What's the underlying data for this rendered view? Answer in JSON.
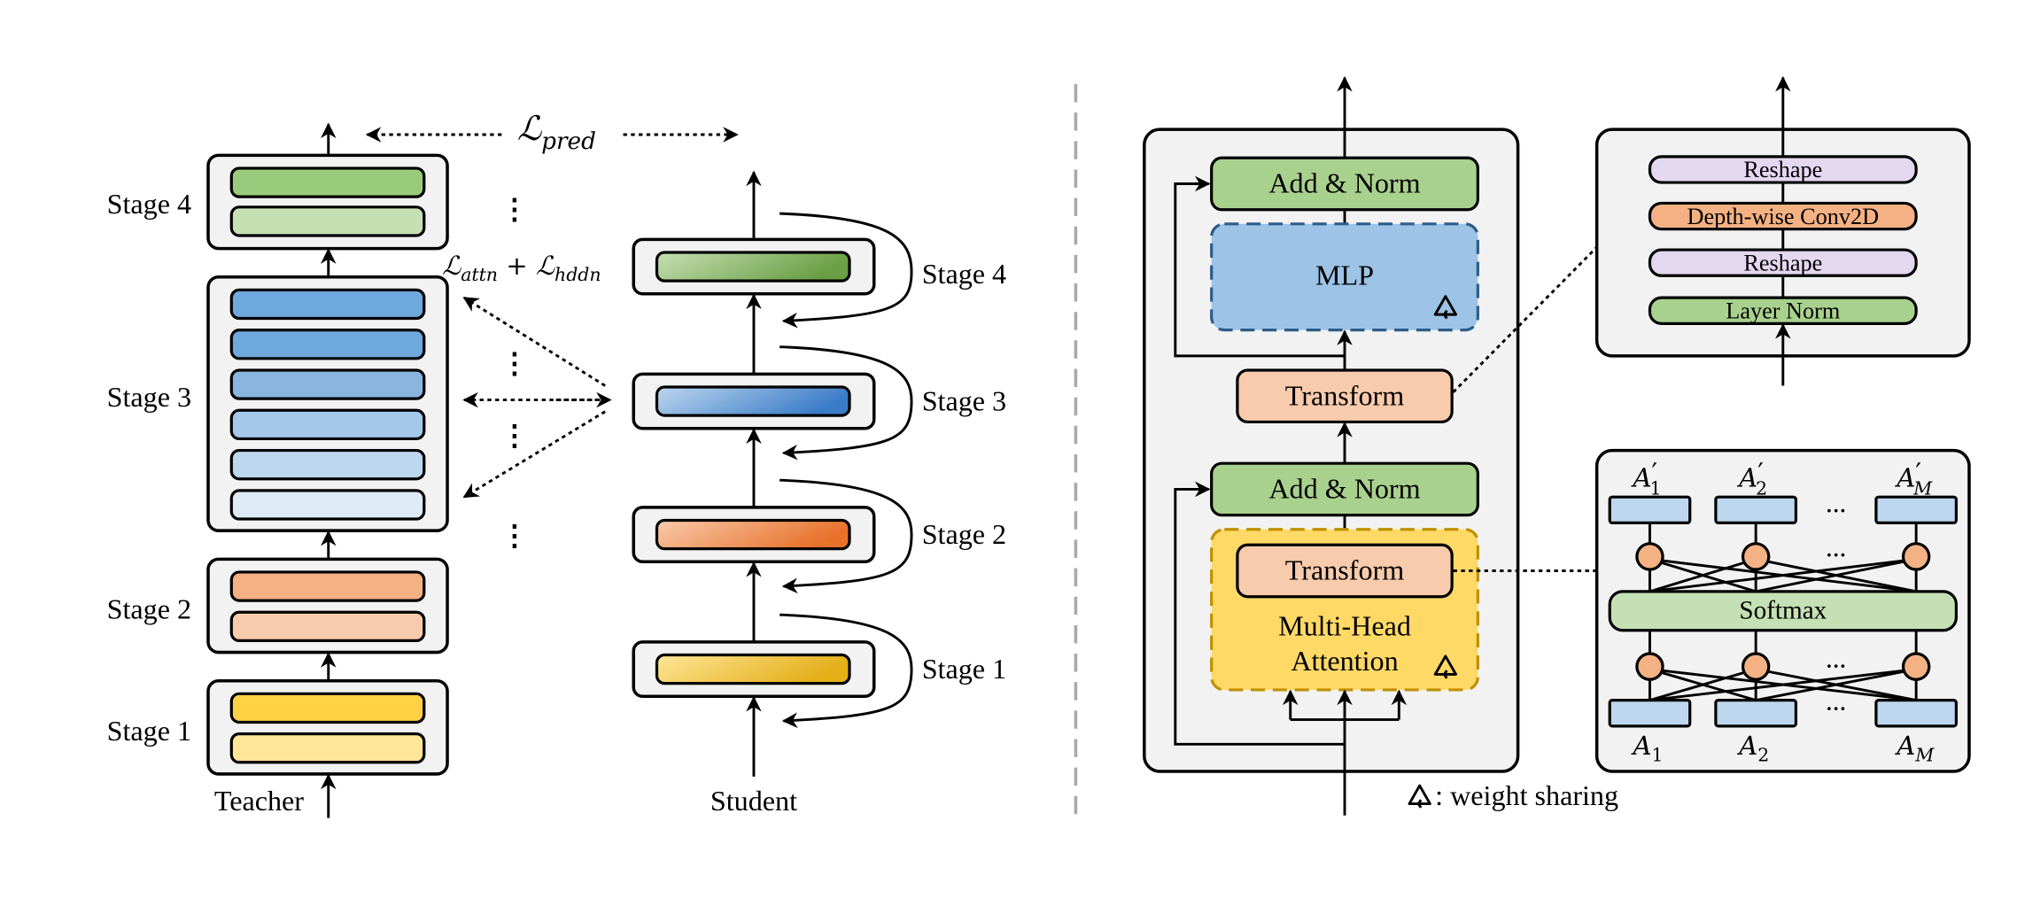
{
  "teacher": {
    "label": "Teacher",
    "stages": [
      {
        "label": "Stage 4",
        "bars": [
          "#9acb7c",
          "#c6e0b4"
        ]
      },
      {
        "label": "Stage 3",
        "bars": [
          "#6fa8dc",
          "#6fa8dc",
          "#8ab5df",
          "#a4c8e9",
          "#bdd7ee",
          "#deeaf6"
        ]
      },
      {
        "label": "Stage 2",
        "bars": [
          "#f4b183",
          "#f8cbad"
        ]
      },
      {
        "label": "Stage 1",
        "bars": [
          "#ffd245",
          "#ffe699"
        ]
      }
    ]
  },
  "student": {
    "label": "Student",
    "stages": [
      {
        "label": "Stage 4",
        "gradient": [
          "#c6e0b4",
          "#6a9f45"
        ]
      },
      {
        "label": "Stage 3",
        "gradient": [
          "#bdd7ee",
          "#3b7cc9"
        ]
      },
      {
        "label": "Stage 2",
        "gradient": [
          "#f8cbad",
          "#e8712a"
        ]
      },
      {
        "label": "Stage 1",
        "gradient": [
          "#ffe699",
          "#e3ae16"
        ]
      }
    ]
  },
  "losses": {
    "pred": {
      "symbol": "ℒ",
      "sub": "pred"
    },
    "attn": {
      "symbol": "ℒ",
      "sub": "attn"
    },
    "plus": "+",
    "hddn": {
      "symbol": "ℒ",
      "sub": "hddn"
    }
  },
  "ellipsis_vertical": "⋮",
  "block": {
    "add_norm_top": "Add & Norm",
    "mlp": "MLP",
    "transform_mid": "Transform",
    "add_norm_bottom": "Add & Norm",
    "transform_inner": "Transform",
    "mha_line1": "Multi-Head",
    "mha_line2": "Attention"
  },
  "transform_detail": {
    "items": [
      "Reshape",
      "Depth-wise Conv2D",
      "Reshape",
      "Layer Norm"
    ],
    "colors": [
      "#e4d7f0",
      "#f4b183",
      "#e4d7f0",
      "#a9d18e"
    ]
  },
  "attention_detail": {
    "top_labels": [
      {
        "base": "A",
        "sub": "1",
        "prime": "′"
      },
      {
        "base": "A",
        "sub": "2",
        "prime": "′"
      },
      {
        "base": "A",
        "sub": "M",
        "prime": "′"
      }
    ],
    "bottom_labels": [
      {
        "base": "A",
        "sub": "1"
      },
      {
        "base": "A",
        "sub": "2"
      },
      {
        "base": "A",
        "sub": "M"
      }
    ],
    "softmax": "Softmax",
    "ellipsis": "···"
  },
  "legend": {
    "icon": "recycle-icon",
    "text": ": weight sharing"
  },
  "colors": {
    "add_norm": "#a9d18e",
    "mlp": "#9dc3e6",
    "mlp_border": "#2e5c8a",
    "transform": "#f8cbad",
    "mha": "#ffd966",
    "mha_border": "#bf9000",
    "node": "#f4b183",
    "token": "#bdd7ee",
    "softmax": "#c5e0b4"
  }
}
